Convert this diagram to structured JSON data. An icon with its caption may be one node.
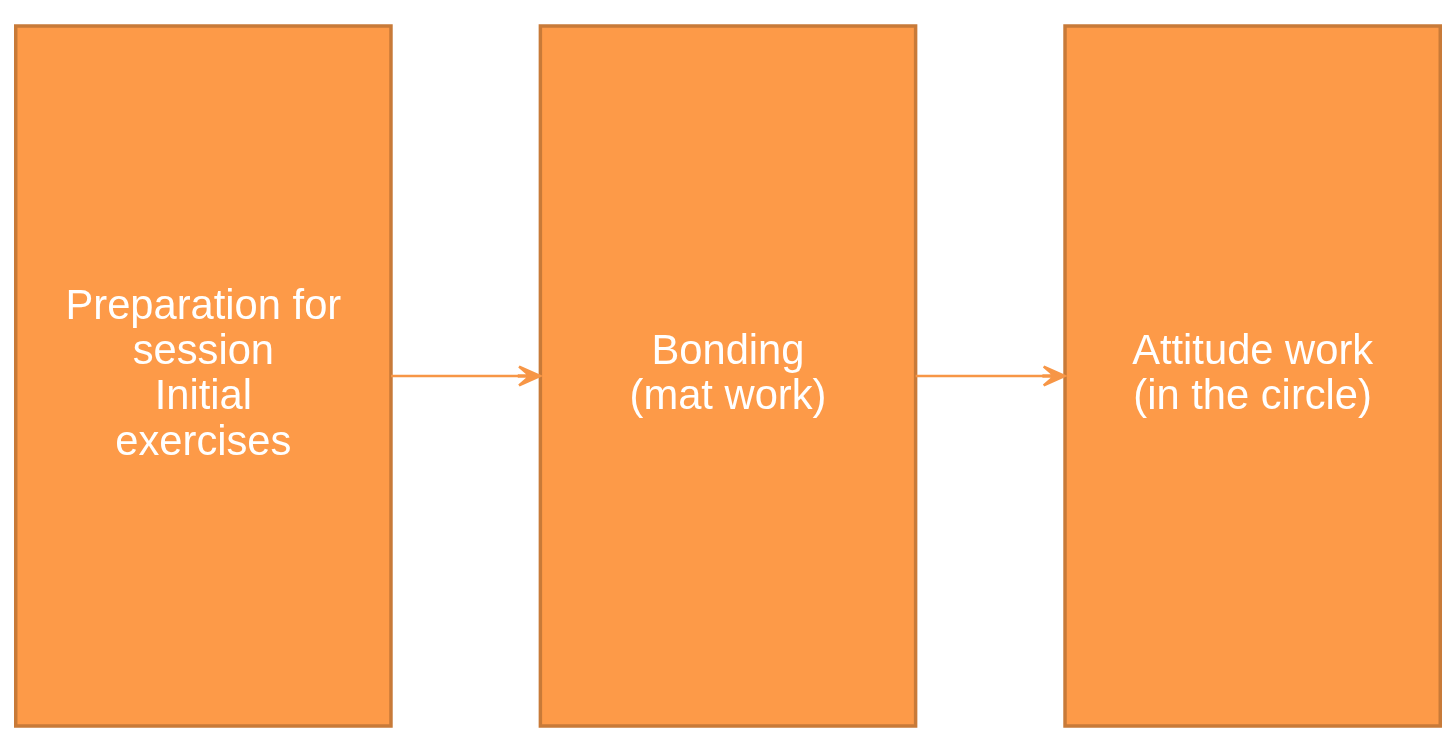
{
  "diagram": {
    "nodes": [
      {
        "text": [
          "Preparation for session",
          "Initial exercises"
        ]
      },
      {
        "text": [
          "Bonding",
          "(mat work)"
        ]
      },
      {
        "text": [
          "Attitude work",
          "(in the circle)"
        ]
      }
    ],
    "edges": [
      {
        "from": 0,
        "to": 1,
        "arrow": "to"
      },
      {
        "from": 1,
        "to": 2,
        "arrow": "to"
      }
    ]
  }
}
